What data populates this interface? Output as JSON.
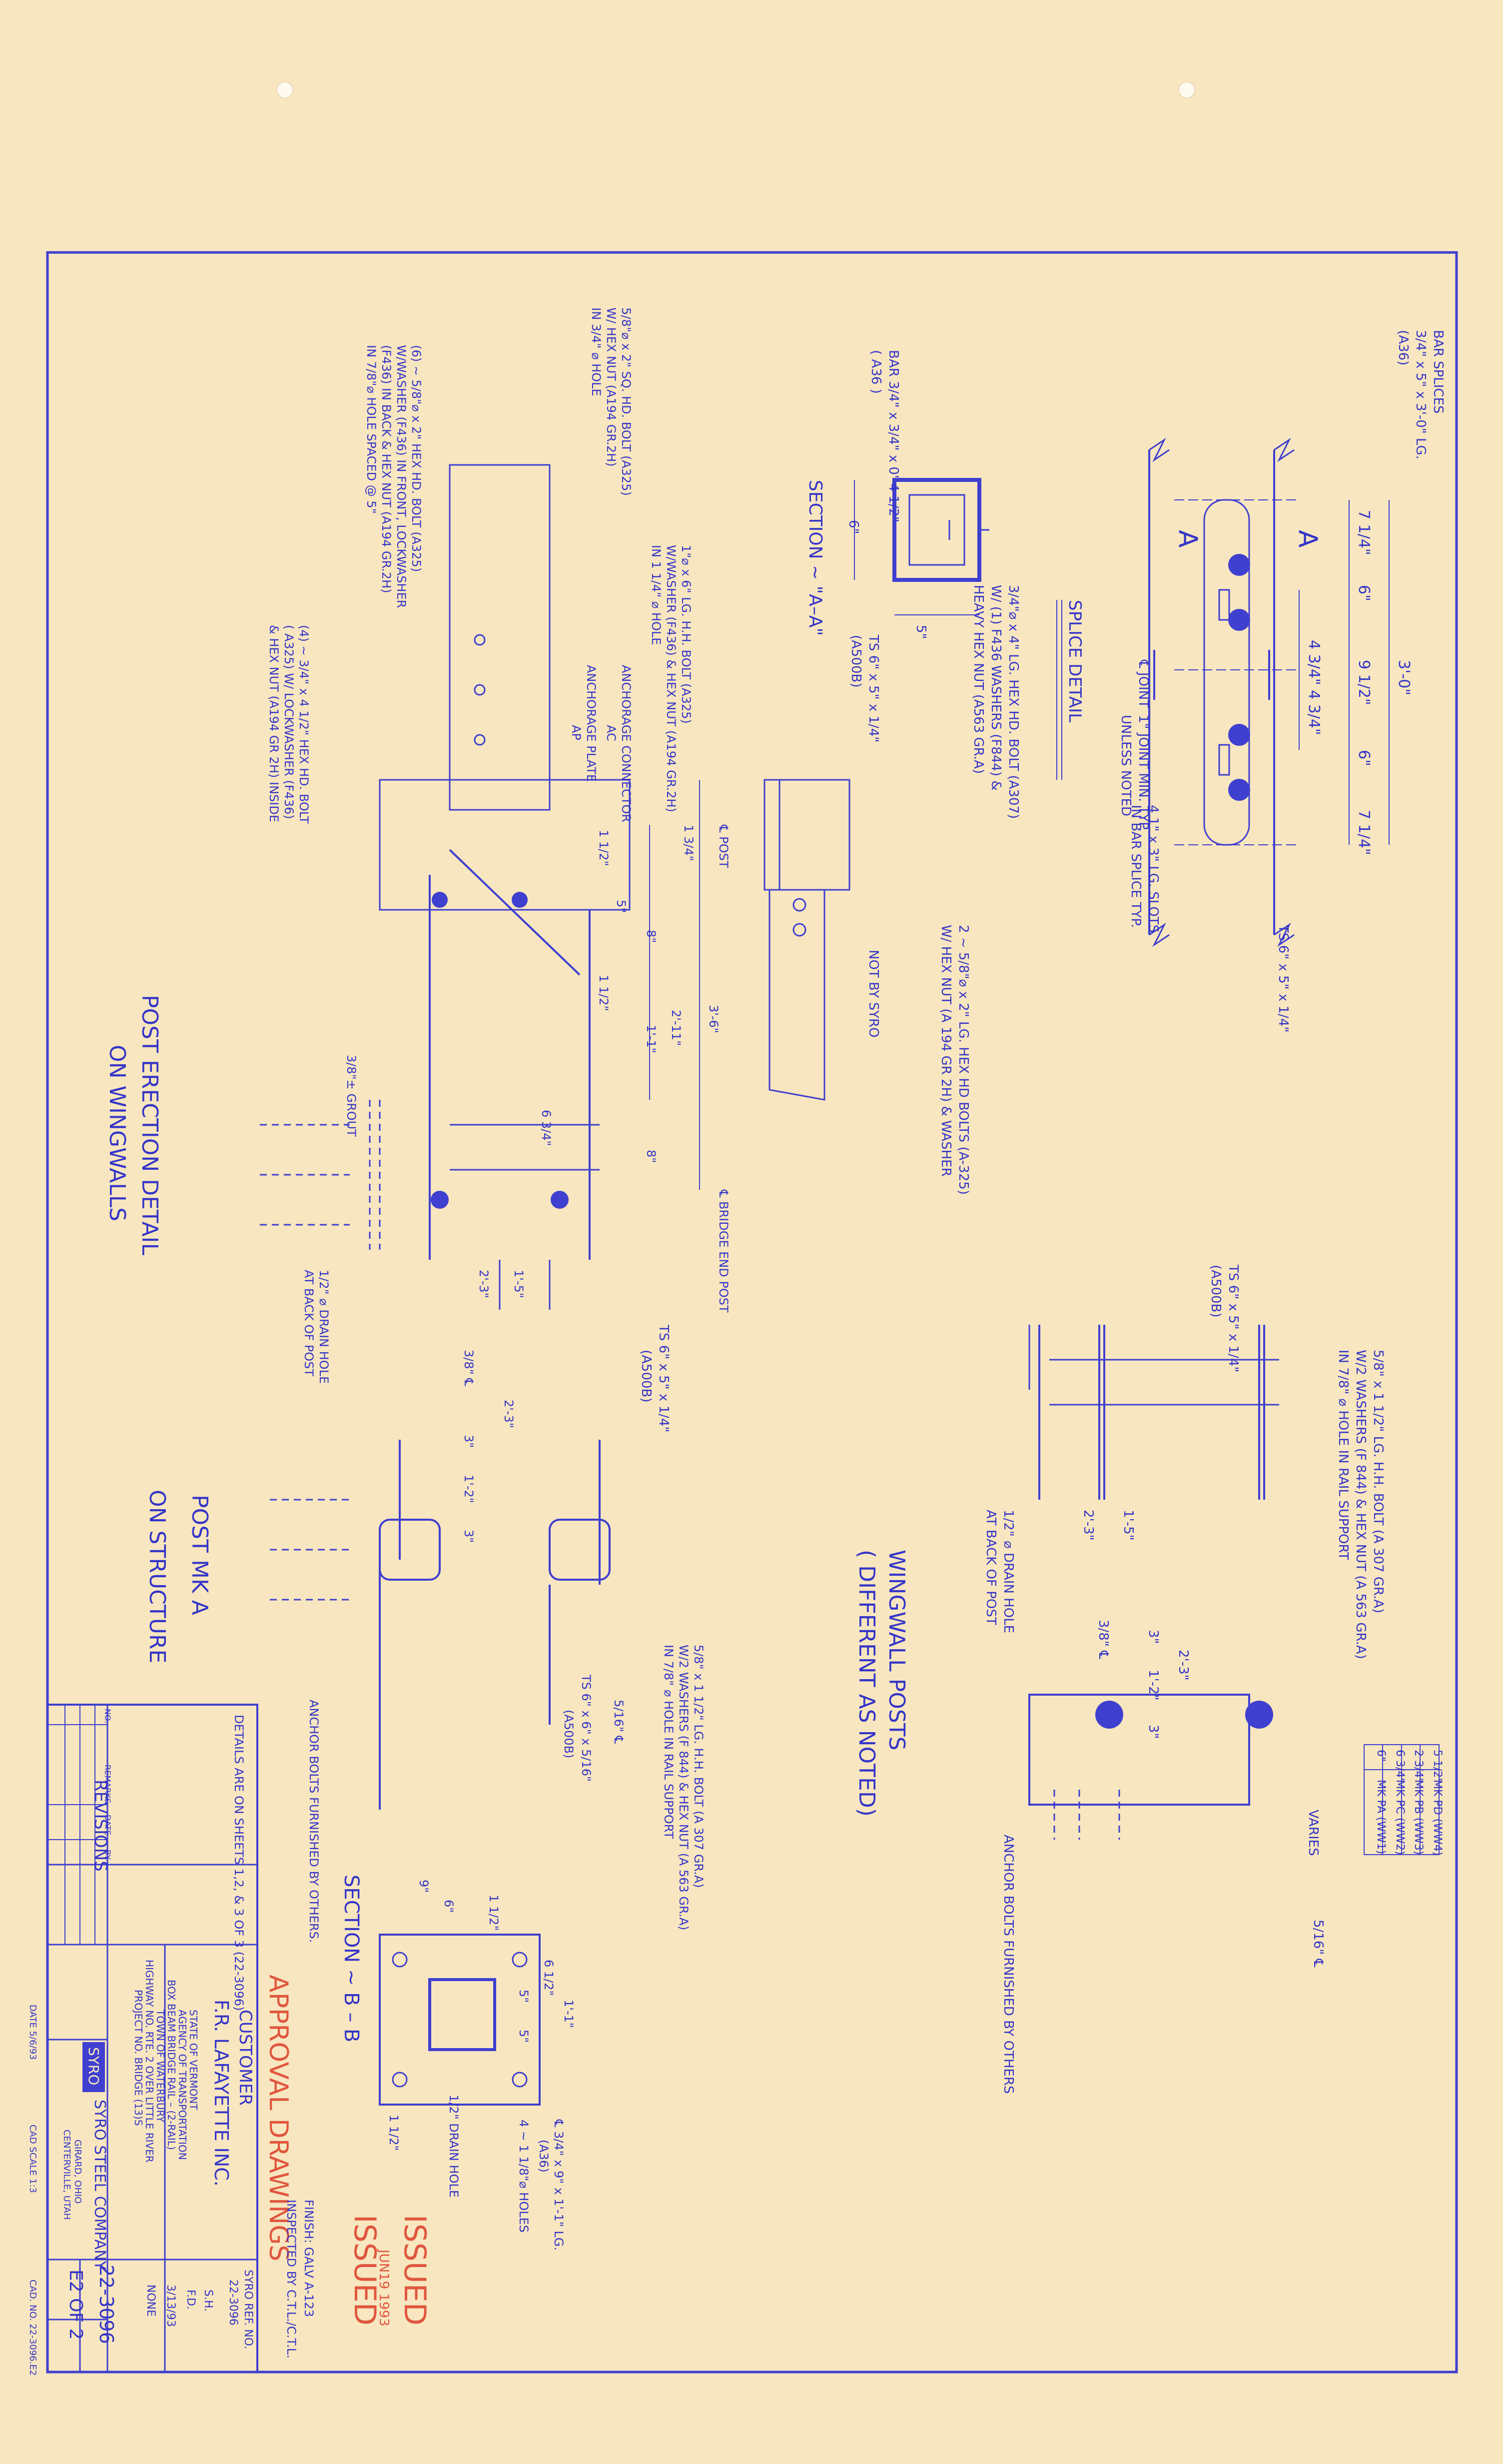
{
  "sheet": {
    "colors": {
      "paper": "#f7e6bf",
      "ink": "#3f3fd0",
      "stamp": "#e0563e"
    },
    "top_titles": {
      "splice_detail": "SPLICE DETAIL",
      "section_aa": "SECTION ~ \"A–A\"",
      "wingwall_posts": "WINGWALL POSTS",
      "different_as_noted": "( DIFFERENT AS NOTED)"
    },
    "bottom_titles": {
      "post_erection_detail": "POST ERECTION DETAIL",
      "on_wingwalls": "ON WINGWALLS",
      "post_mk_a": "POST MK A",
      "on_structure": "ON STRUCTURE",
      "section_bb": "SECTION ~ B – B"
    },
    "splice": {
      "dims_top": [
        "7 1/4\"",
        "6\"",
        "4 3/4\"",
        "4 3/4\"",
        "6\"",
        "7 1/4\""
      ],
      "dim_mid": "9 1/2\"",
      "dim_total": "3'-0\"",
      "section_marks": [
        "A",
        "A"
      ],
      "notes": [
        "BAR SPLICES",
        "3/4\" x 5\" x 3'-0\" LG.",
        "(A36)",
        "1\" JOINT MIN. TYP.",
        "UNLESS NOTED",
        "℄ JOINT",
        "4 1\" x 3\" LG. SLOTS",
        "IN BAR SPLICE TYP.",
        "TS 6\" x 5\" x 1/4\""
      ]
    },
    "section_aa": {
      "notes": [
        "BAR 3/4\" x 3/4\" x 0'-4 1/2\"",
        "( A36 )",
        "3/4\"⌀ x 4\" LG. HEX HD. BOLT (A307)",
        "W/ (1) F436 WASHERS (F844) &",
        "HEAVY HEX NUT (A563 GR.A)",
        "TS 6\" x 5\" x 1/4\"",
        "(A500B)",
        "6\"",
        "5\"",
        "2 ~ 5/8\"⌀ x 2\" LG. HEX HD BOLTS (A-325)",
        "W/ HEX NUT (A 194 GR 2H) & WASHER",
        "NOT BY SYRO"
      ]
    },
    "post_erection": {
      "notes": [
        "5/8\"⌀ x 2\" SQ. HD. BOLT (A325)",
        "W/ HEX NUT (A194 GR.2H)",
        "IN 3/4\" ⌀ HOLE",
        "(6) ~ 5/8\"⌀ x 2\" HEX HD. BOLT (A325)",
        "W/WASHER (F436) IN FRONT, LOCKWASHER",
        "(F436) IN BACK & HEX NUT (A194 GR.2H)",
        "IN 7/8\"⌀ HOLE SPACED @ 5\"",
        "1\"⌀ x 6\" LG. H.H. BOLT (A325)",
        "W/WASHER (F436) & HEX NUT (A194 GR.2H)",
        "IN 1 1/4\" ⌀ HOLE",
        "ANCHORAGE CONNECTOR",
        "AC",
        "ANCHORAGE PLATE",
        "AP",
        "(4) ~ 3/4\" x 4 1/2\" HEX HD. BOLT",
        "( A325) W/ LOCKWASHER (F436)",
        "& HEX NUT (A194 GR 2H) INSIDE",
        "℄ POST",
        "℄ BRIDGE END POST",
        "3/8\"± GROUT",
        "1/2\" ⌀ DRAIN HOLE",
        "AT BACK OF POST",
        "TS 6\" x 5\" x 1/4\"",
        "(A500B)"
      ],
      "dims": [
        "1 3/4\"",
        "1 1/2\"",
        "5\"",
        "8\"",
        "1 1/2\"",
        "1'-1\"",
        "2'-11\"",
        "3'-6\"",
        "8\"",
        "6 3/4\"",
        "1'-5\"",
        "2'-3\""
      ]
    },
    "wingwall": {
      "notes": [
        "TS 6\" x 5\" x 1/4\"",
        "(A500B)",
        "5/8\" x 1 1/2\" LG. H.H. BOLT (A 307 GR.A)",
        "W/2 WASHERS (F 844) & HEX NUT (A 563 GR.A)",
        "IN 7/8\" ⌀ HOLE IN RAIL SUPPORT",
        "1'-5\"",
        "2'-3\"",
        "1/2\" ⌀ DRAIN HOLE",
        "AT BACK OF POST",
        "3/8\" ℄",
        "3\"",
        "1'-2\"",
        "3\"",
        "2'-3\"",
        "VARIES",
        "5/16\" ℄",
        "ANCHOR BOLTS FURNISHED BY OTHERS"
      ],
      "marks_table": [
        {
          "dim": "5 1/2\"",
          "mark": "MK PD (WW4)"
        },
        {
          "dim": "2 3/4\"",
          "mark": "MK PB (WW3)"
        },
        {
          "dim": "6 3/4\"",
          "mark": "MK PC (WW2)"
        },
        {
          "dim": "6\"",
          "mark": "MK PA (WW1)"
        }
      ]
    },
    "post_mk_a": {
      "notes": [
        "2'-3\"",
        "3\"",
        "1'-2\"",
        "3\"",
        "3/8\" ℄",
        "5/8\" x 1 1/2\" LG. H.H. BOLT (A 307 GR.A)",
        "W/2 WASHERS (F 844) & HEX NUT (A 563 GR.A)",
        "IN 7/8\" ⌀ HOLE IN RAIL SUPPORT",
        "5/16\" ℄",
        "TS 6\" x 6\" x 5/16\"",
        "(A500B)",
        "ANCHOR BOLTS FURNISHED BY OTHERS."
      ]
    },
    "section_bb": {
      "dims": [
        "1'-1\"",
        "6 1/2\"",
        "5\"",
        "5\"",
        "1 1/2\"",
        "6\"",
        "9\"",
        "1 1/2\""
      ],
      "notes": [
        "℄ 3/4\" x 9\" x 1'-1\" LG.",
        "(A36)",
        "4 ~ 1 1/8\"⌀ HOLES",
        "1/2\" DRAIN HOLE"
      ]
    },
    "stamps": {
      "approval": "APPROVAL DRAWINGS",
      "issued_1": "ISSUED",
      "issued_2": "ISSUED",
      "issued_date": "JUN19 1993",
      "finish": "FINISH: GALV A-123",
      "inspected": "INSPECTED BY C.T.L./C.T.L."
    },
    "title_block": {
      "details_note": "DETAILS ARE ON SHEETS 1,2, & 3 OF 3 (22-3096)",
      "customer_label": "CUSTOMER",
      "customer": "F.R. LAFAYETTE INC.",
      "project_lines": [
        "STATE OF VERMONT",
        "AGENCY OF TRANSPORTATION",
        "BOX BEAM BRIDGE RAIL – (2-RAIL)",
        "TOWN OF WATERBURY",
        "HIGHWAY NO. RTE. 2 OVER LITTLE RIVER",
        "PROJECT NO. BRIDGE (13)S"
      ],
      "company_logo": "SYRO",
      "company": "SYRO STEEL COMPANY",
      "company_city_1": "GIRARD, OHIO",
      "company_city_2": "CENTERVILLE, UTAH",
      "syro_ref_label": "SYRO REF. NO.",
      "syro_ref": "22-3096",
      "dwn": "S.H.",
      "chk": "F.D.",
      "date": "3/13/93",
      "scale": "NONE",
      "dwg_no": "22-3096",
      "sheet": "E2 OF 2",
      "revisions_label": "REVISIONS",
      "rev_cols": [
        "NO.",
        "REMARKS",
        "DATE",
        "BY"
      ]
    },
    "footer": {
      "cad": "CAD. NO. 22-3096.E2",
      "cad_scale": "CAD SCALE 1:3",
      "date": "DATE 5/6/93"
    }
  }
}
